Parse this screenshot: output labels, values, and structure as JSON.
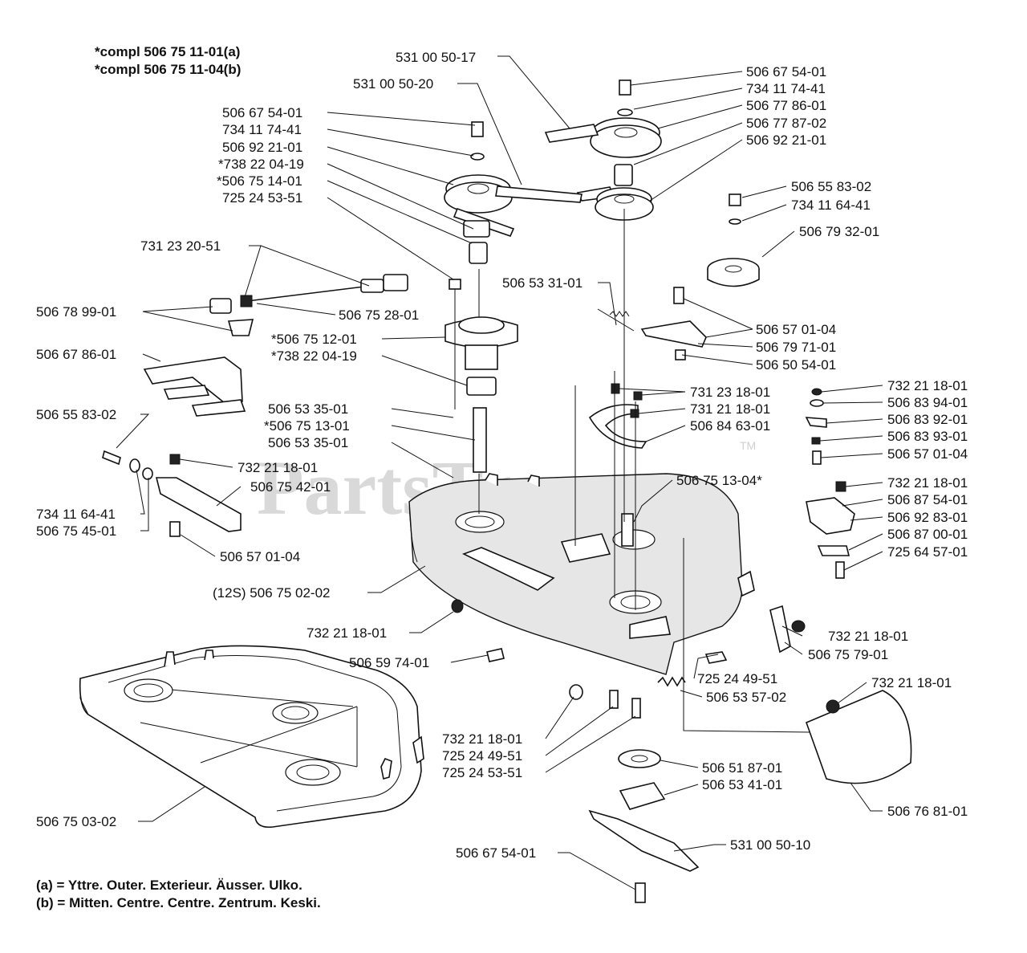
{
  "header": {
    "line1": "*compl 506 75 11-01(a)",
    "line2": "*compl 506 75 11-04(b)"
  },
  "watermark": {
    "text": "PartsTree",
    "tm": "TM"
  },
  "labels": {
    "l01": "531 00 50-17",
    "l02": "531 00 50-20",
    "l03": "506 67 54-01",
    "l04": "734 11 74-41",
    "l05": "506 77 86-01",
    "l06": "506 77 87-02",
    "l07": "506 92 21-01",
    "l08": "506 67 54-01",
    "l09": "734 11 74-41",
    "l10": "506 92 21-01",
    "l11": "*738 22 04-19",
    "l12": "*506 75 14-01",
    "l13": "725 24 53-51",
    "l14": "506 55 83-02",
    "l15": "734 11 64-41",
    "l16": "506 79 32-01",
    "l17": "731 23 20-51",
    "l18": "506 53 31-01",
    "l19": "506 78 99-01",
    "l20": "506 75 28-01",
    "l21": "506 57 01-04",
    "l22": "*506 75 12-01",
    "l23": "506 79 71-01",
    "l24": "506 67 86-01",
    "l25": "*738 22 04-19",
    "l26": "506 50 54-01",
    "l27": "732 21 18-01",
    "l28": "731 23 18-01",
    "l29": "506 83 94-01",
    "l30": "506 53 35-01",
    "l31": "731 21 18-01",
    "l32": "506 83 92-01",
    "l33": "506 55 83-02",
    "l34": "*506 75 13-01",
    "l35": "506 84 63-01",
    "l36": "506 83 93-01",
    "l37": "506 53 35-01",
    "l38": "506 57 01-04",
    "l39": "732 21 18-01",
    "l40": "506 75 13-04*",
    "l41": "732 21 18-01",
    "l42": "506 75 42-01",
    "l43": "506 87 54-01",
    "l44": "734 11 64-41",
    "l45": "506 92 83-01",
    "l46": "506 75 45-01",
    "l47": "506 87 00-01",
    "l48": "506 57 01-04",
    "l49": "725 64 57-01",
    "l50": "(12S) 506 75 02-02",
    "l51": "732 21 18-01",
    "l52": "732 21 18-01",
    "l53": "506 75 79-01",
    "l54": "506 59 74-01",
    "l55": "725 24 49-51",
    "l56": "506 53 57-02",
    "l57": "732 21 18-01",
    "l58": "732 21 18-01",
    "l59": "725 24 49-51",
    "l60": "725 24 53-51",
    "l61": "506 51 87-01",
    "l62": "506 53 41-01",
    "l63": "506 75 03-02",
    "l64": "506 76 81-01",
    "l65": "506 67 54-01",
    "l66": "531 00 50-10"
  },
  "legend": {
    "a": "(a) =  Yttre. Outer. Exterieur. Äusser. Ulko.",
    "b": "(b) =  Mitten. Centre. Centre. Zentrum. Keski."
  }
}
